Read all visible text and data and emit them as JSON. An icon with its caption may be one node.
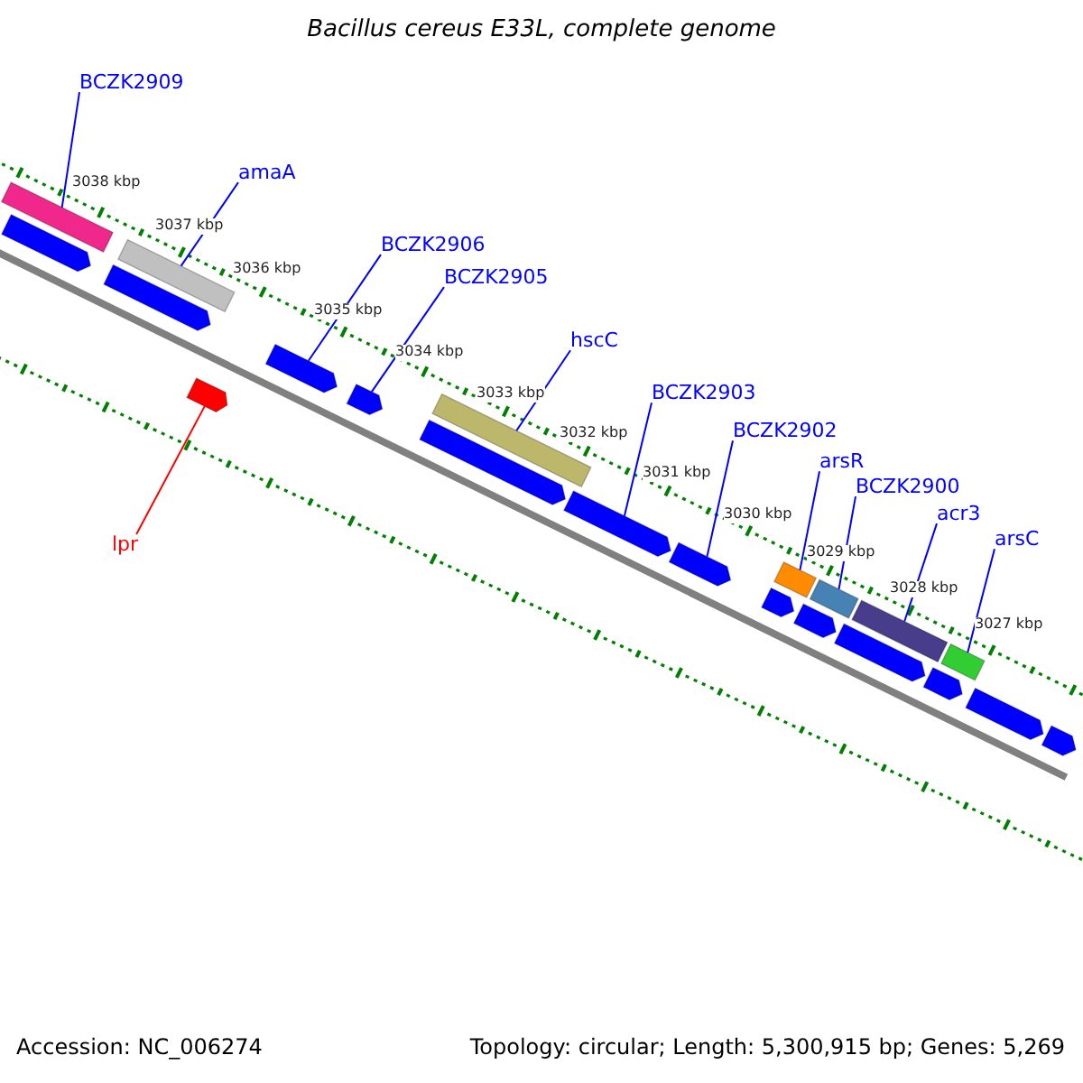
{
  "diagram": {
    "title": "Bacillus cereus E33L, complete genome",
    "nodes": [
      {
        "text": [
          "BCZK2909"
        ]
      },
      {
        "text": [
          "amaA"
        ]
      },
      {
        "text": [
          "BCZK2906"
        ]
      },
      {
        "text": [
          "BCZK2905"
        ]
      },
      {
        "text": [
          "hscC"
        ]
      },
      {
        "text": [
          "BCZK2903"
        ]
      },
      {
        "text": [
          "BCZK2902"
        ]
      },
      {
        "text": [
          "arsR"
        ]
      },
      {
        "text": [
          "BCZK2900"
        ]
      },
      {
        "text": [
          "acr3"
        ]
      },
      {
        "text": [
          "arsC"
        ]
      },
      {
        "text": [
          "lpr"
        ]
      },
      {
        "text": [],
        "shape": "bar"
      },
      {
        "text": [],
        "shape": "bar"
      },
      {
        "text": [],
        "shape": "bar"
      },
      {
        "text": [],
        "shape": "bar"
      },
      {
        "text": [],
        "shape": "bar"
      },
      {
        "text": [],
        "shape": "bar"
      },
      {
        "text": [],
        "shape": "bar"
      },
      {
        "text": [],
        "shape": "bar"
      },
      {
        "text": [],
        "shape": "bar"
      },
      {
        "text": [],
        "shape": "bar"
      },
      {
        "text": [],
        "shape": "bar"
      },
      {
        "text": [],
        "shape": "bar"
      },
      {
        "text": [],
        "shape": "bar"
      },
      {
        "text": [],
        "shape": "bar"
      },
      {
        "text": [],
        "shape": "bar"
      },
      {
        "text": [],
        "shape": "bar"
      },
      {
        "text": [],
        "shape": "bar"
      },
      {
        "text": [],
        "shape": "bar"
      },
      {
        "text": [],
        "shape": "bar"
      },
      {
        "text": [],
        "shape": "bar"
      },
      {
        "text": [],
        "shape": "bar"
      }
    ],
    "edges": [
      {
        "from": 0,
        "to": 12,
        "arrow": "none"
      },
      {
        "from": 1,
        "to": 14,
        "arrow": "none"
      },
      {
        "from": 2,
        "to": 17,
        "arrow": "none"
      },
      {
        "from": 3,
        "to": 18,
        "arrow": "none"
      },
      {
        "from": 4,
        "to": 19,
        "arrow": "none"
      },
      {
        "from": 5,
        "to": 21,
        "arrow": "none"
      },
      {
        "from": 6,
        "to": 22,
        "arrow": "none"
      },
      {
        "from": 7,
        "to": 23,
        "arrow": "none"
      },
      {
        "from": 8,
        "to": 25,
        "arrow": "none"
      },
      {
        "from": 9,
        "to": 27,
        "arrow": "none"
      },
      {
        "from": 10,
        "to": 29,
        "arrow": "none"
      },
      {
        "from": 11,
        "to": 16,
        "arrow": "none",
        "color": "#ff0000"
      }
    ],
    "labels": [
      "3038 kbp",
      "3037 kbp",
      "3036 kbp",
      "3035 kbp",
      "3034 kbp",
      "3033 kbp",
      "3032 kbp",
      "3031 kbp",
      "3030 kbp",
      "3029 kbp",
      "3028 kbp",
      "3027 kbp",
      "Accession: NC_006274",
      "Topology: circular; Length: 5,300,915 bp; Genes: 5,269"
    ]
  }
}
